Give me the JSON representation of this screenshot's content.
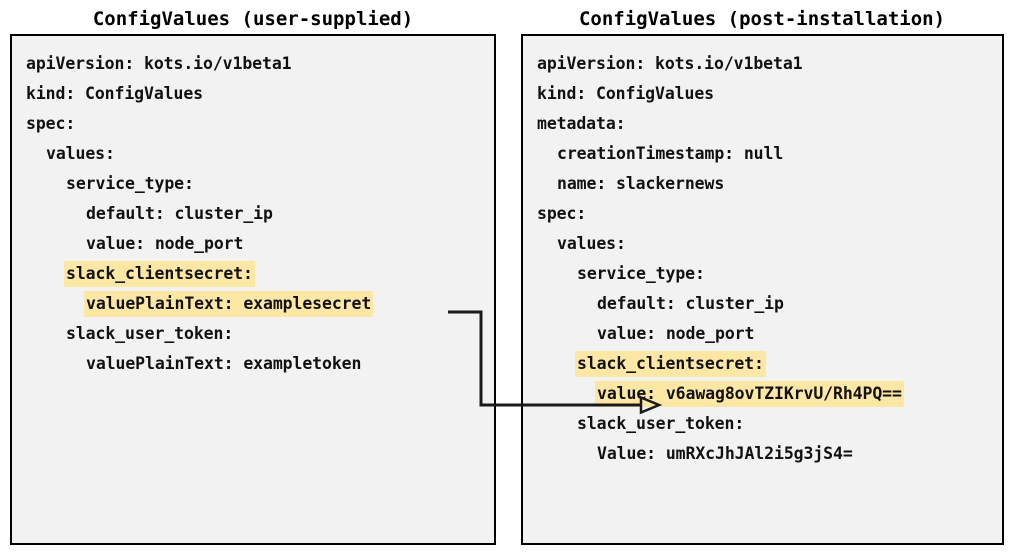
{
  "diagram": {
    "type": "two-panel-yaml-comparison",
    "background_color": "#ffffff",
    "highlight_color": "#fde7a5",
    "panel_background_color": "#f2f2f2",
    "panel_border_color": "#000000",
    "text_color": "#111111"
  },
  "left_panel": {
    "title": "ConfigValues (user-supplied)",
    "lines": [
      {
        "text": "apiVersion: kots.io/v1beta1",
        "indent": 0,
        "highlight": false
      },
      {
        "text": "kind: ConfigValues",
        "indent": 0,
        "highlight": false
      },
      {
        "text": "spec:",
        "indent": 0,
        "highlight": false
      },
      {
        "text": "values:",
        "indent": 1,
        "highlight": false
      },
      {
        "text": "service_type:",
        "indent": 2,
        "highlight": false
      },
      {
        "text": "default: cluster_ip",
        "indent": 3,
        "highlight": false
      },
      {
        "text": "value: node_port",
        "indent": 3,
        "highlight": false
      },
      {
        "text": "slack_clientsecret:",
        "indent": 2,
        "highlight": true
      },
      {
        "text": "valuePlainText: examplesecret",
        "indent": 3,
        "highlight": true
      },
      {
        "text": "slack_user_token:",
        "indent": 2,
        "highlight": false
      },
      {
        "text": "valuePlainText: exampletoken",
        "indent": 3,
        "highlight": false
      }
    ]
  },
  "right_panel": {
    "title": "ConfigValues (post-installation)",
    "lines": [
      {
        "text": "apiVersion: kots.io/v1beta1",
        "indent": 0,
        "highlight": false
      },
      {
        "text": "kind: ConfigValues",
        "indent": 0,
        "highlight": false
      },
      {
        "text": "metadata:",
        "indent": 0,
        "highlight": false
      },
      {
        "text": "creationTimestamp: null",
        "indent": 1,
        "highlight": false
      },
      {
        "text": "name: slackernews",
        "indent": 1,
        "highlight": false
      },
      {
        "text": "spec:",
        "indent": 0,
        "highlight": false
      },
      {
        "text": "values:",
        "indent": 1,
        "highlight": false
      },
      {
        "text": "service_type:",
        "indent": 2,
        "highlight": false
      },
      {
        "text": "default: cluster_ip",
        "indent": 3,
        "highlight": false
      },
      {
        "text": "value: node_port",
        "indent": 3,
        "highlight": false
      },
      {
        "text": "slack_clientsecret:",
        "indent": 2,
        "highlight": true
      },
      {
        "text": "value: v6awag8ovTZIKrvU/Rh4PQ==",
        "indent": 3,
        "highlight": true
      },
      {
        "text": "slack_user_token:",
        "indent": 2,
        "highlight": false
      },
      {
        "text": "Value: umRXcJhJAl2i5g3jS4=",
        "indent": 3,
        "highlight": false
      }
    ]
  },
  "connector": {
    "from_label": "valuePlainText: examplesecret",
    "to_label": "value: v6awag8ovTZIKrvU/Rh4PQ==",
    "style": "elbow-arrow",
    "color": "#1a1a1a",
    "arrowhead": "open-triangle"
  }
}
